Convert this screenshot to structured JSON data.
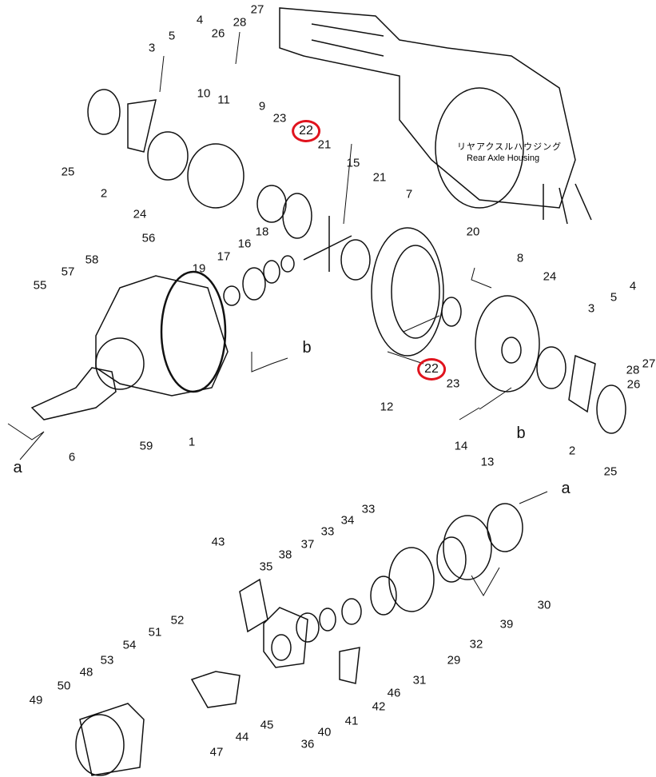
{
  "housing": {
    "label_jp": "リヤアクスルハウジング",
    "label_en": "Rear Axle Housing"
  },
  "highlight_color": "#e0141e",
  "callouts": [
    {
      "t": "4"
    },
    {
      "t": "28"
    },
    {
      "t": "27"
    },
    {
      "t": "5"
    },
    {
      "t": "26"
    },
    {
      "t": "3"
    },
    {
      "t": "10"
    },
    {
      "t": "11"
    },
    {
      "t": "9"
    },
    {
      "t": "23"
    },
    {
      "t": "22",
      "highlighted": true
    },
    {
      "t": "21"
    },
    {
      "t": "25"
    },
    {
      "t": "2"
    },
    {
      "t": "24"
    },
    {
      "t": "15"
    },
    {
      "t": "21"
    },
    {
      "t": "7"
    },
    {
      "t": "56"
    },
    {
      "t": "18"
    },
    {
      "t": "16"
    },
    {
      "t": "17"
    },
    {
      "t": "19"
    },
    {
      "t": "57"
    },
    {
      "t": "58"
    },
    {
      "t": "55"
    },
    {
      "t": "20"
    },
    {
      "t": "8"
    },
    {
      "t": "24"
    },
    {
      "t": "3"
    },
    {
      "t": "5"
    },
    {
      "t": "4"
    },
    {
      "t": "27"
    },
    {
      "t": "28"
    },
    {
      "t": "26"
    },
    {
      "t": "b"
    },
    {
      "t": "22",
      "highlighted": true
    },
    {
      "t": "23"
    },
    {
      "t": "12"
    },
    {
      "t": "2"
    },
    {
      "t": "14"
    },
    {
      "t": "13"
    },
    {
      "t": "b"
    },
    {
      "t": "25"
    },
    {
      "t": "59"
    },
    {
      "t": "1"
    },
    {
      "t": "6"
    },
    {
      "t": "a"
    },
    {
      "t": "a"
    },
    {
      "t": "30"
    },
    {
      "t": "43"
    },
    {
      "t": "35"
    },
    {
      "t": "38"
    },
    {
      "t": "37"
    },
    {
      "t": "33"
    },
    {
      "t": "34"
    },
    {
      "t": "33"
    },
    {
      "t": "39"
    },
    {
      "t": "32"
    },
    {
      "t": "29"
    },
    {
      "t": "31"
    },
    {
      "t": "46"
    },
    {
      "t": "42"
    },
    {
      "t": "41"
    },
    {
      "t": "40"
    },
    {
      "t": "36"
    },
    {
      "t": "45"
    },
    {
      "t": "44"
    },
    {
      "t": "47"
    },
    {
      "t": "52"
    },
    {
      "t": "51"
    },
    {
      "t": "54"
    },
    {
      "t": "53"
    },
    {
      "t": "48"
    },
    {
      "t": "50"
    },
    {
      "t": "49"
    }
  ]
}
